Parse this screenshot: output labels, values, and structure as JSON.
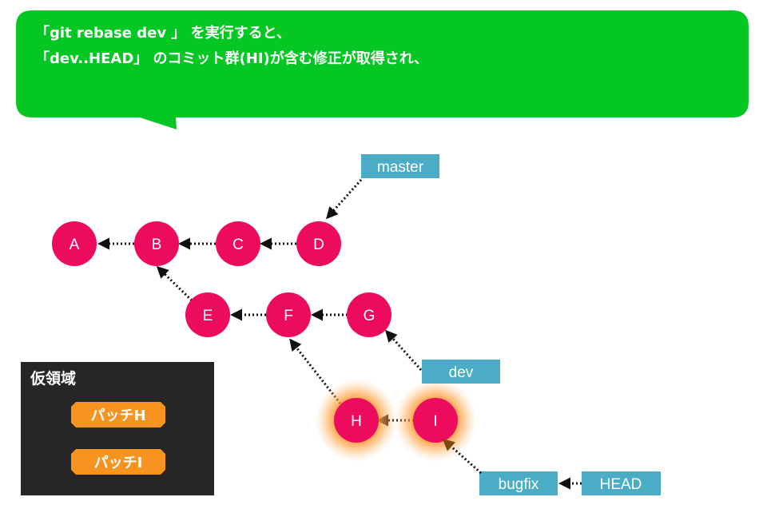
{
  "callout": {
    "line1": "「git rebase dev 」 を実行すると、",
    "line2": "「dev..HEAD」 のコミット群(HI)が含む修正が取得され、",
    "color": "#05c723"
  },
  "commits": {
    "A": "A",
    "B": "B",
    "C": "C",
    "D": "D",
    "E": "E",
    "F": "F",
    "G": "G",
    "H": "H",
    "I": "I"
  },
  "refs": {
    "master": "master",
    "dev": "dev",
    "bugfix": "bugfix",
    "head": "HEAD"
  },
  "temp_area": {
    "title": "仮領域",
    "patches": [
      "パッチH",
      "パッチⅠ"
    ]
  },
  "colors": {
    "commit": "#ed0b5d",
    "ref": "#4bacc6",
    "patch": "#f79420",
    "temp_area_bg": "#262626",
    "glow": "#ff9a2e"
  }
}
